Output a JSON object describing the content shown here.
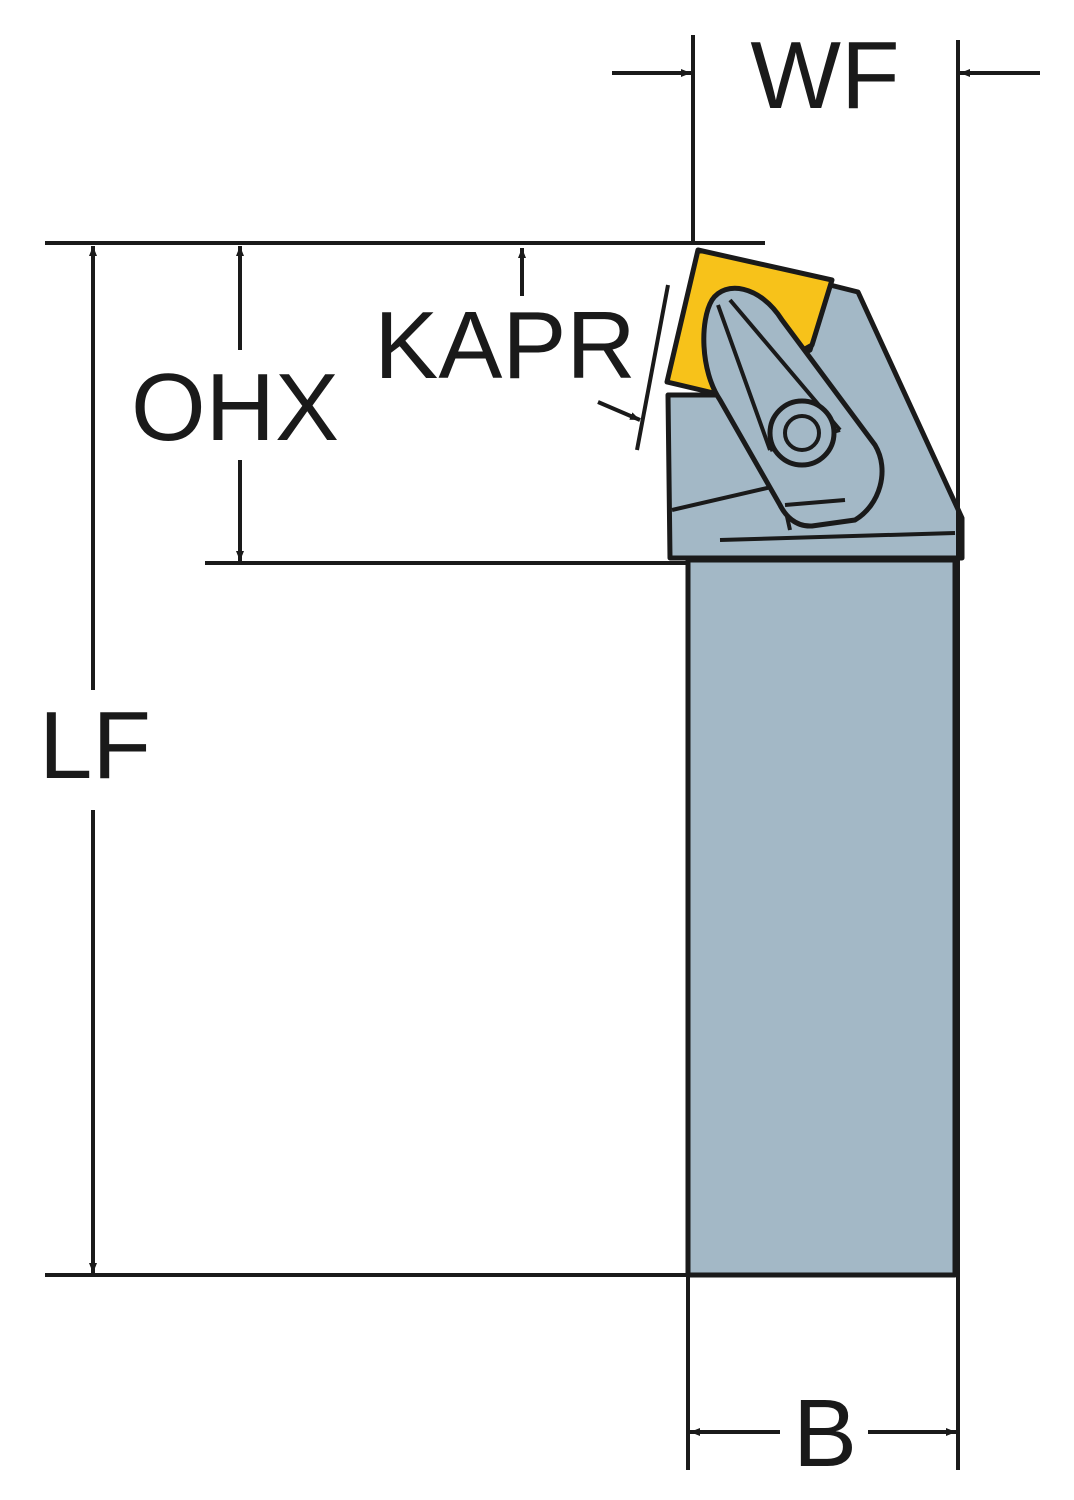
{
  "labels": {
    "wf": "WF",
    "kapr": "KAPR",
    "ohx": "OHX",
    "lf": "LF",
    "b": "B"
  },
  "colors": {
    "shank": "#a3b8c6",
    "insert": "#f7c21a",
    "line": "#1a1a1a"
  }
}
